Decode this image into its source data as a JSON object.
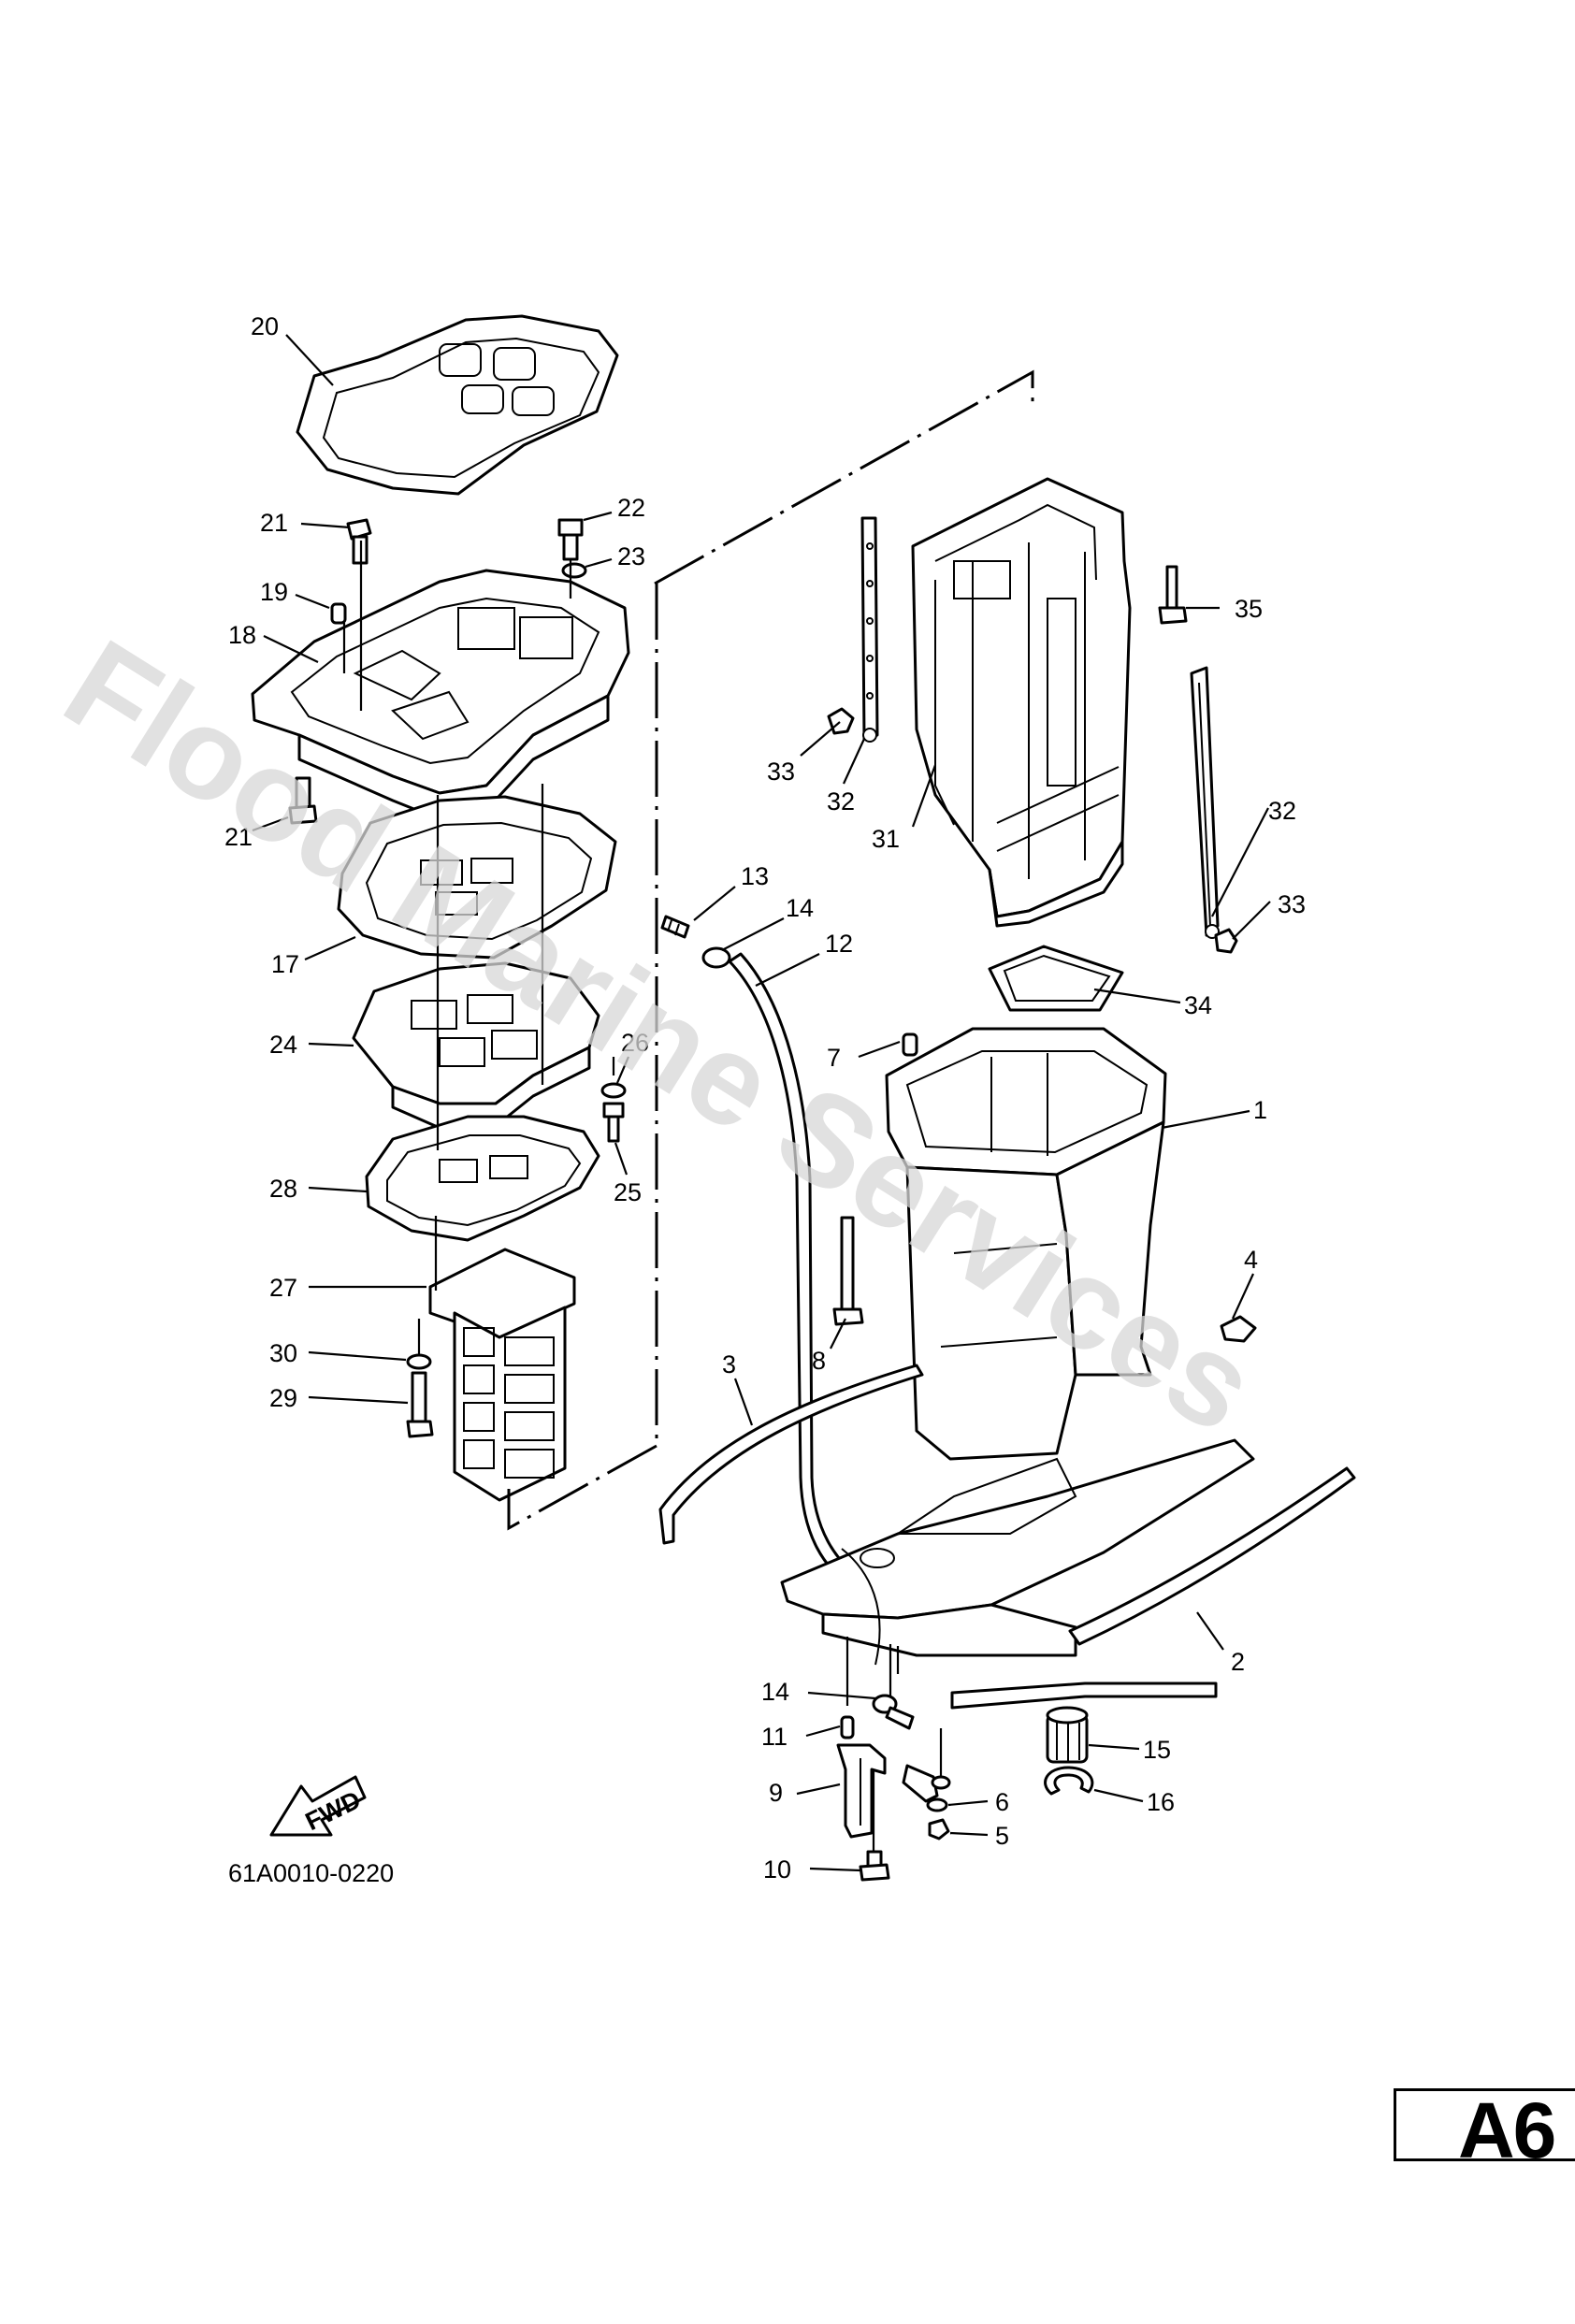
{
  "diagram": {
    "watermark": "Flood Marine Services",
    "drawing_code": "61A0010-0220",
    "fwd_label": "FWD",
    "page_code": "A6",
    "callouts": [
      {
        "n": "20"
      },
      {
        "n": "21"
      },
      {
        "n": "22"
      },
      {
        "n": "23"
      },
      {
        "n": "19"
      },
      {
        "n": "18"
      },
      {
        "n": "21"
      },
      {
        "n": "17"
      },
      {
        "n": "24"
      },
      {
        "n": "26"
      },
      {
        "n": "25"
      },
      {
        "n": "28"
      },
      {
        "n": "27"
      },
      {
        "n": "30"
      },
      {
        "n": "29"
      },
      {
        "n": "13"
      },
      {
        "n": "14"
      },
      {
        "n": "12"
      },
      {
        "n": "33"
      },
      {
        "n": "32"
      },
      {
        "n": "31"
      },
      {
        "n": "35"
      },
      {
        "n": "32"
      },
      {
        "n": "33"
      },
      {
        "n": "34"
      },
      {
        "n": "7"
      },
      {
        "n": "1"
      },
      {
        "n": "4"
      },
      {
        "n": "8"
      },
      {
        "n": "3"
      },
      {
        "n": "2"
      },
      {
        "n": "14"
      },
      {
        "n": "11"
      },
      {
        "n": "9"
      },
      {
        "n": "15"
      },
      {
        "n": "6"
      },
      {
        "n": "16"
      },
      {
        "n": "5"
      },
      {
        "n": "10"
      }
    ]
  }
}
